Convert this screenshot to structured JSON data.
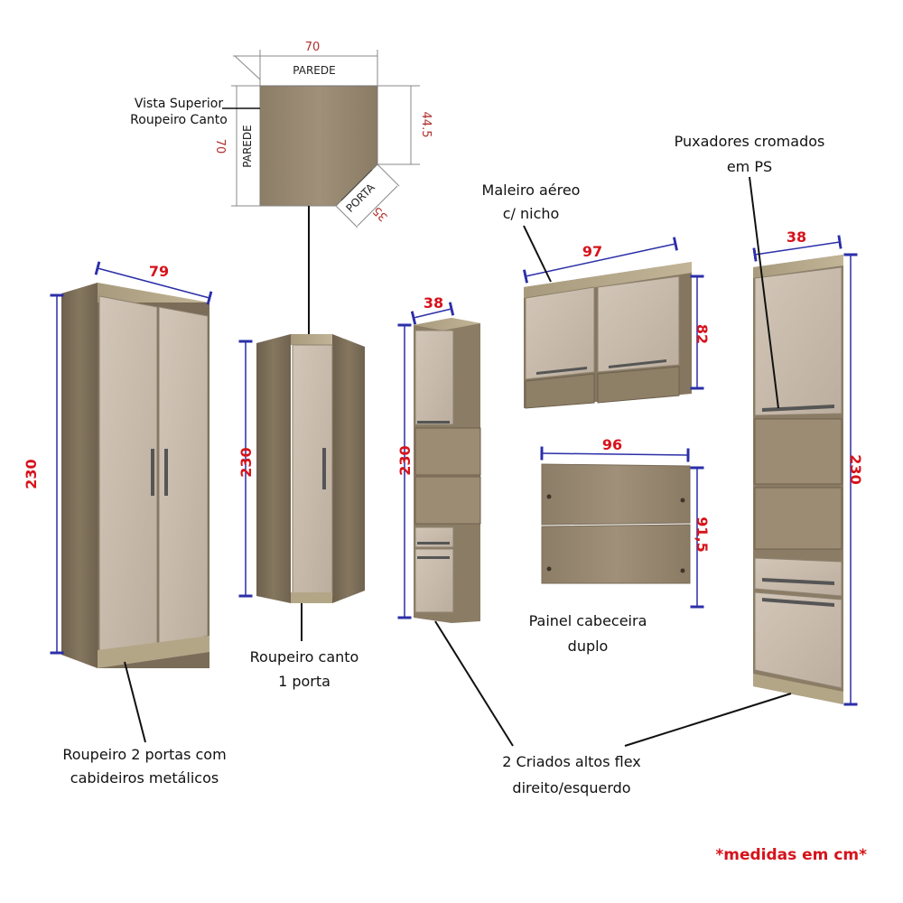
{
  "colors": {
    "dimension_text": "#d6131b",
    "dimension_line": "#2b2fa8",
    "carcass_wood": "#7a6c58",
    "door_wood": "#c9bcad",
    "top_wood": "#b5a888"
  },
  "top_view": {
    "title_line1": "Vista Superior",
    "title_line2": "Roupeiro Canto",
    "width": "70",
    "depth": "70",
    "side": "44.5",
    "door": "35",
    "wall_label": "PAREDE",
    "door_label": "PORTA"
  },
  "wardrobe_2_doors": {
    "width": "79",
    "height": "230",
    "caption_line1": "Roupeiro 2 portas com",
    "caption_line2": "cabideiros metálicos"
  },
  "corner_wardrobe": {
    "height": "230",
    "caption_line1": "Roupeiro canto",
    "caption_line2": "1 porta"
  },
  "tall_nightstand_left": {
    "width": "38",
    "height": "230"
  },
  "wall_cabinet": {
    "width": "97",
    "height": "82",
    "caption_line1": "Maleiro aéreo",
    "caption_line2": "c/ nicho"
  },
  "headboard_panel": {
    "width": "96",
    "height": "91,5",
    "caption_line1": "Painel cabeceira",
    "caption_line2": "duplo"
  },
  "tall_nightstand_right": {
    "width": "38",
    "height": "230",
    "handles_line1": "Puxadores cromados",
    "handles_line2": "em PS"
  },
  "nightstands_caption": {
    "line1": "2 Criados altos flex",
    "line2": "direito/esquerdo"
  },
  "footnote": "*medidas em cm*"
}
